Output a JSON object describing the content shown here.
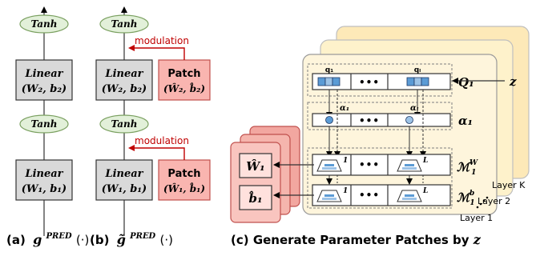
{
  "colors": {
    "tanh_fill": "#e2f0d9",
    "tanh_stroke": "#7aa060",
    "linear_fill": "#d9d9d9",
    "patch_fill": "#f9b5b0",
    "patch_stroke": "#c0504d",
    "modulation": "#c00000",
    "layer_fill": "#fef2cb",
    "layer_stroke": "#bfbfbf",
    "slot_fill": "#dae3f3"
  },
  "panel_a": {
    "tanh_top": "Tanh",
    "linear_top_name": "Linear",
    "linear_top_params": "(W₂, b₂)",
    "tanh_bottom": "Tanh",
    "linear_bottom_name": "Linear",
    "linear_bottom_params": "(W₁, b₁)",
    "caption_prefix": "(a)",
    "caption_g": "g",
    "caption_sup": "PRED",
    "caption_suffix": "(·)"
  },
  "panel_b": {
    "tanh_top": "Tanh",
    "linear_top_name": "Linear",
    "linear_top_params": "(W₂, b₂)",
    "modulation_top": "modulation",
    "patch_top_name": "Patch",
    "patch_top_params": "(Ŵ₂, b̂₂)",
    "tanh_bottom": "Tanh",
    "linear_bottom_name": "Linear",
    "linear_bottom_params": "(W₁, b₁)",
    "modulation_bottom": "modulation",
    "patch_bottom_name": "Patch",
    "patch_bottom_params": "(Ŵ₁, b̂₁)",
    "caption_prefix": "(b)",
    "caption_g": "g̃",
    "caption_sup": "PRED",
    "caption_suffix": "(·)"
  },
  "panel_c": {
    "z_label": "z",
    "q1": "q₁",
    "qL": "qₗ",
    "Q_label": "Q₁",
    "alpha1": "α₁",
    "alphaL": "αₗ",
    "alpha_label": "α₁",
    "dots": "•••",
    "idx_1a": "1",
    "idx_La": "L",
    "idx_1b": "1",
    "idx_Lb": "L",
    "MW_label": "ℳ",
    "MW_sup": "W",
    "MW_sub": "1",
    "Mb_label": "ℳ",
    "Mb_sup": "b",
    "Mb_sub": "1",
    "W_hat": "Ŵ₁",
    "b_hat": "b̂₁",
    "layer_k": "Layer K",
    "layer_2": "Layer 2",
    "layer_1": "Layer 1",
    "caption_text": "(c) Generate Parameter Patches by ",
    "caption_z": "z"
  }
}
